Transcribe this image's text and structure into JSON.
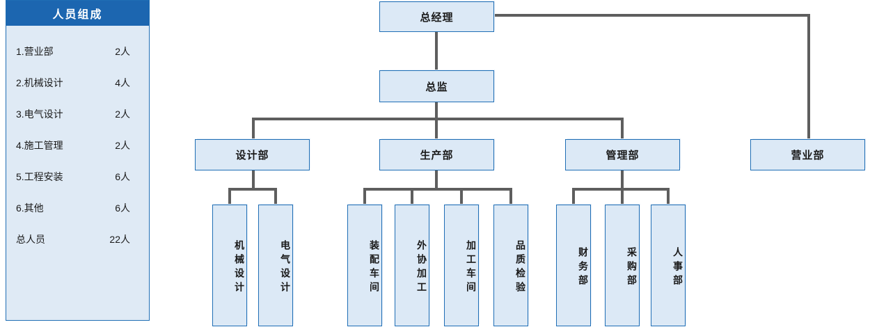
{
  "sidebar": {
    "title": "人员组成",
    "header_color": "#1c66b0",
    "panel_color": "#dfeaf5",
    "rows": [
      {
        "label": "1.营业部",
        "value": "2人"
      },
      {
        "label": "2.机械设计",
        "value": "4人"
      },
      {
        "label": "3.电气设计",
        "value": "2人"
      },
      {
        "label": "4.施工管理",
        "value": "2人"
      },
      {
        "label": "5.工程安装",
        "value": "6人"
      },
      {
        "label": "6.其他",
        "value": "6人"
      },
      {
        "label": "总人员",
        "value": "22人"
      }
    ]
  },
  "chart": {
    "box_fill": "#dce9f6",
    "box_border": "#1f6eb5",
    "connector_color": "#5e5e5e",
    "nodes": {
      "general_manager": "总经理",
      "director": "总监",
      "design_dept": "设计部",
      "production_dept": "生产部",
      "management_dept": "管理部",
      "sales_dept": "营业部",
      "mechanical_design": "机械设计",
      "electrical_design": "电气设计",
      "assembly_shop": "装配车间",
      "outsourced_processing": "外协加工",
      "machining_shop": "加工车间",
      "quality_inspection": "品质检验",
      "finance_dept": "财务部",
      "purchasing_dept": "采购部",
      "hr_dept": "人事部"
    }
  }
}
